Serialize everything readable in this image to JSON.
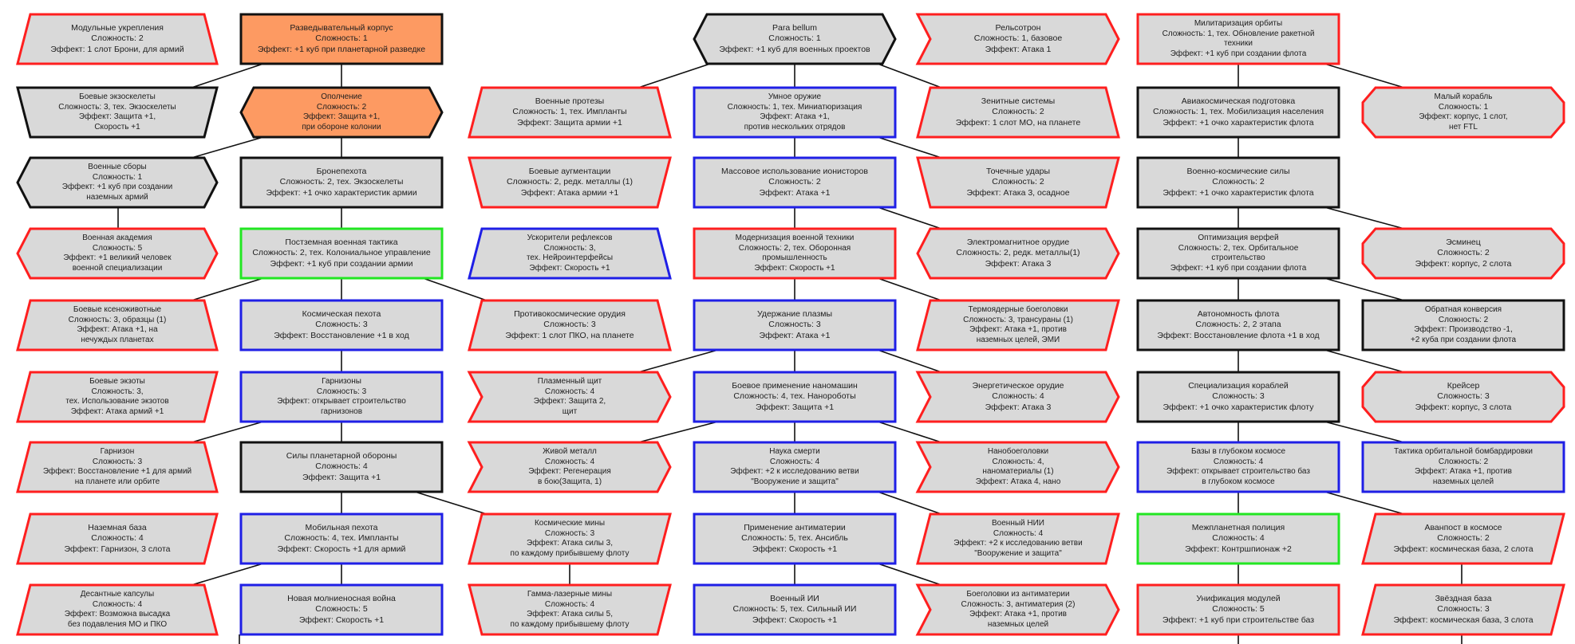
{
  "colors": {
    "red": "#ff1f1f",
    "blue": "#1f1fe6",
    "black": "#111111",
    "green": "#22e622",
    "gray_fill": "#d9d9d9",
    "orange_fill": "#fd9a62"
  },
  "nodes": [
    {
      "id": "n1",
      "lines": [
        "Модульные укрепления",
        "Сложность: 2",
        "Эффект: 1 слот Брони, для армий"
      ]
    },
    {
      "id": "n2",
      "lines": [
        "Разведывательный корпус",
        "Сложность: 1",
        "Эффект: +1 куб при планетарной разведке"
      ]
    },
    {
      "id": "n3",
      "lines": [
        "Боевые экзоскелеты",
        "Сложность: 3, тех. Экзоскелеты",
        "Эффект: Защита +1,",
        "Скорость +1"
      ]
    },
    {
      "id": "n4",
      "lines": [
        "Ополчение",
        "Сложность: 2",
        "Эффект: Защита +1,",
        "при обороне колонии"
      ]
    },
    {
      "id": "n5",
      "lines": [
        "Военные сборы",
        "Сложность: 1",
        "Эффект: +1 куб при создании",
        "наземных армий"
      ]
    },
    {
      "id": "n6",
      "lines": [
        "Бронепехота",
        "Сложность: 2, тех. Экзоскелеты",
        "Эффект: +1 очко характеристик армии"
      ]
    },
    {
      "id": "n7",
      "lines": [
        "Военная академия",
        "Сложность: 5",
        "Эффект: +1 великий человек",
        "военной специализации"
      ]
    },
    {
      "id": "n8",
      "lines": [
        "Постземная военная тактика",
        "Сложность: 2, тех. Колониальное управление",
        "Эффект: +1 куб при создании армии"
      ]
    },
    {
      "id": "n9",
      "lines": [
        "Боевые ксеноживотные",
        "Сложность: 3, образцы (1)",
        "Эффект: Атака +1, на",
        "нечуждых планетах"
      ]
    },
    {
      "id": "n10",
      "lines": [
        "Космическая пехота",
        "Сложность: 3",
        "Эффект: Восстановление +1 в ход"
      ]
    },
    {
      "id": "n11",
      "lines": [
        "Противокосмические орудия",
        "Сложность: 3",
        "Эффект: 1 слот ПКО, на планете"
      ]
    },
    {
      "id": "n12",
      "lines": [
        "Боевые экзоты",
        "Сложность: 3,",
        "тех. Использование экзотов",
        "Эффект: Атака армий +1"
      ]
    },
    {
      "id": "n13",
      "lines": [
        "Гарнизоны",
        "Сложность: 3",
        "Эффект: открывает строительство",
        "гарнизонов"
      ]
    },
    {
      "id": "n14",
      "lines": [
        "Гарнизон",
        "Сложность: 3",
        "Эффект: Восстановление +1 для армий",
        "на планете или орбите"
      ]
    },
    {
      "id": "n15",
      "lines": [
        "Силы планетарной обороны",
        "Сложность: 4",
        "Эффект: Защита +1"
      ]
    },
    {
      "id": "n16",
      "lines": [
        "Наземная база",
        "Сложность: 4",
        "Эффект: Гарнизон, 3 слота"
      ]
    },
    {
      "id": "n17",
      "lines": [
        "Мобильная пехота",
        "Сложность: 4, тех. Импланты",
        "Эффект: Скорость +1 для армий"
      ]
    },
    {
      "id": "n18",
      "lines": [
        "Космические мины",
        "Сложность: 3",
        "Эффект: Атака силы 3,",
        "по каждому прибывшему флоту"
      ]
    },
    {
      "id": "n19",
      "lines": [
        "Десантные капсулы",
        "Сложность: 4",
        "Эффект: Возможна высадка",
        "без подавления МО и ПКО"
      ]
    },
    {
      "id": "n20",
      "lines": [
        "Новая молниеносная война",
        "Сложность: 5",
        "Эффект: Скорость +1"
      ]
    },
    {
      "id": "n21",
      "lines": [
        "Гамма-лазерные мины",
        "Сложность: 4",
        "Эффект: Атака силы 5,",
        "по каждому прибывшему флоту"
      ]
    },
    {
      "id": "n22",
      "lines": [
        "Para bellum",
        "Сложность: 1",
        "Эффект: +1 куб для военных проектов"
      ]
    },
    {
      "id": "n23",
      "lines": [
        "Рельсотрон",
        "Сложность: 1, базовое",
        "Эффект: Атака 1"
      ]
    },
    {
      "id": "n24",
      "lines": [
        "Военные протезы",
        "Сложность: 1, тех. Импланты",
        "Эффект: Защита армии +1"
      ]
    },
    {
      "id": "n25",
      "lines": [
        "Умное оружие",
        "Сложность: 1, тех. Миниатюризация",
        "Эффект: Атака +1,",
        "против нескольких отрядов"
      ]
    },
    {
      "id": "n26",
      "lines": [
        "Зенитные системы",
        "Сложность: 2",
        "Эффект: 1 слот МО, на планете"
      ]
    },
    {
      "id": "n27",
      "lines": [
        "Боевые аугментации",
        "Сложность: 2, редк. металлы (1)",
        "Эффект: Атака армии +1"
      ]
    },
    {
      "id": "n28",
      "lines": [
        "Массовое использование ионисторов",
        "Сложность: 2",
        "Эффект: Атака +1"
      ]
    },
    {
      "id": "n29",
      "lines": [
        "Точечные удары",
        "Сложность: 2",
        "Эффект: Атака 3, осадное"
      ]
    },
    {
      "id": "n30",
      "lines": [
        "Ускорители рефлексов",
        "Сложность: 3,",
        "тех. Нейроинтерфейсы",
        "Эффект: Скорость +1"
      ]
    },
    {
      "id": "n31",
      "lines": [
        "Модернизация военной техники",
        "Сложность: 2, тех. Оборонная",
        "промышленность",
        "Эффект: Скорость +1"
      ]
    },
    {
      "id": "n32",
      "lines": [
        "Электромагнитное орудие",
        "Сложность: 2, редк. металлы(1)",
        "Эффект: Атака 3"
      ]
    },
    {
      "id": "n33",
      "lines": [
        "Удержание плазмы",
        "Сложность: 3",
        "Эффект: Атака +1"
      ]
    },
    {
      "id": "n34",
      "lines": [
        "Термоядерные боеголовки",
        "Сложность: 3, трансураны (1)",
        "Эффект: Атака +1, против",
        "наземных целей, ЭМИ"
      ]
    },
    {
      "id": "n35",
      "lines": [
        "Плазменный щит",
        "Сложность: 4",
        "Эффект: Защита 2,",
        "щит"
      ]
    },
    {
      "id": "n36",
      "lines": [
        "Боевое применение наномашин",
        "Сложность: 4, тех. Нанороботы",
        "Эффект: Защита +1"
      ]
    },
    {
      "id": "n37",
      "lines": [
        "Энергетическое орудие",
        "Сложность: 4",
        "Эффект: Атака 3"
      ]
    },
    {
      "id": "n38",
      "lines": [
        "Живой металл",
        "Сложность: 4",
        "Эффект: Регенерация",
        "в бою(Защита, 1)"
      ]
    },
    {
      "id": "n39",
      "lines": [
        "Наука смерти",
        "Сложность: 4",
        "Эффект: +2 к исследованию ветви",
        "\"Вооружение и защита\""
      ]
    },
    {
      "id": "n40",
      "lines": [
        "Нанобоеголовки",
        "Сложность: 4,",
        "наноматериалы (1)",
        "Эффект: Атака 4, нано"
      ]
    },
    {
      "id": "n41",
      "lines": [
        "Применение антиматерии",
        "Сложность: 5, тех. Ансибль",
        "Эффект: Скорость +1"
      ]
    },
    {
      "id": "n42",
      "lines": [
        "Военный НИИ",
        "Сложность: 4",
        "Эффект: +2 к исследованию ветви",
        "\"Вооружение и защита\""
      ]
    },
    {
      "id": "n43",
      "lines": [
        "Военный ИИ",
        "Сложность: 5, тех. Сильный ИИ",
        "Эффект: Скорость +1"
      ]
    },
    {
      "id": "n44",
      "lines": [
        "Боеголовки из антиматерии",
        "Сложность: 3, антиматерия (2)",
        "Эффект: Атака +1, против",
        "наземных целей"
      ]
    },
    {
      "id": "n45",
      "lines": [
        "Милитаризация орбиты",
        "Сложность: 1, тех. Обновление ракетной",
        "техники",
        "Эффект: +1 куб при создании флота"
      ]
    },
    {
      "id": "n46",
      "lines": [
        "Авиакосмическая подготовка",
        "Сложность: 1, тех. Мобилизация населения",
        "Эффект: +1 очко характеристик флота"
      ]
    },
    {
      "id": "n47",
      "lines": [
        "Малый корабль",
        "Сложность: 1",
        "Эффект: корпус, 1 слот,",
        "нет FTL"
      ]
    },
    {
      "id": "n48",
      "lines": [
        "Военно-космические силы",
        "Сложность: 2",
        "Эффект: +1 очко характеристик флота"
      ]
    },
    {
      "id": "n49",
      "lines": [
        "Оптимизация верфей",
        "Сложность: 2, тех. Орбитальное",
        "строительство",
        "Эффект: +1 куб при создании флота"
      ]
    },
    {
      "id": "n50",
      "lines": [
        "Эсминец",
        "Сложность: 2",
        "Эффект: корпус, 2 слота"
      ]
    },
    {
      "id": "n51",
      "lines": [
        "Автономность флота",
        "Сложность: 2, 2 этапа",
        "Эффект: Восстановление флота +1 в ход"
      ]
    },
    {
      "id": "n52",
      "lines": [
        "Обратная конверсия",
        "Сложность: 2",
        "Эффект: Производство -1,",
        "+2 куба при создании флота"
      ]
    },
    {
      "id": "n53",
      "lines": [
        "Специализация кораблей",
        "Сложность: 3",
        "Эффект: +1 очко характеристик флоту"
      ]
    },
    {
      "id": "n54",
      "lines": [
        "Крейсер",
        "Сложность: 3",
        "Эффект: корпус, 3 слота"
      ]
    },
    {
      "id": "n55",
      "lines": [
        "Базы в глубоком космосе",
        "Сложность: 4",
        "Эффект: открывает строительство баз",
        "в глубоком космосе"
      ]
    },
    {
      "id": "n56",
      "lines": [
        "Тактика орбитальной бомбардировки",
        "Сложность: 2",
        "Эффект: Атака +1, против",
        "наземных целей"
      ]
    },
    {
      "id": "n57",
      "lines": [
        "Межпланетная полиция",
        "Сложность: 4",
        "Эффект: Контршпионаж +2"
      ]
    },
    {
      "id": "n58",
      "lines": [
        "Аванпост в космосе",
        "Сложность: 2",
        "Эффект: космическая база, 2 слота"
      ]
    },
    {
      "id": "n59",
      "lines": [
        "Унификация модулей",
        "Сложность: 5",
        "Эффект: +1 куб при строительстве баз"
      ]
    },
    {
      "id": "n60",
      "lines": [
        "Звёздная база",
        "Сложность: 3",
        "Эффект: космическая база, 3 слота"
      ]
    }
  ]
}
